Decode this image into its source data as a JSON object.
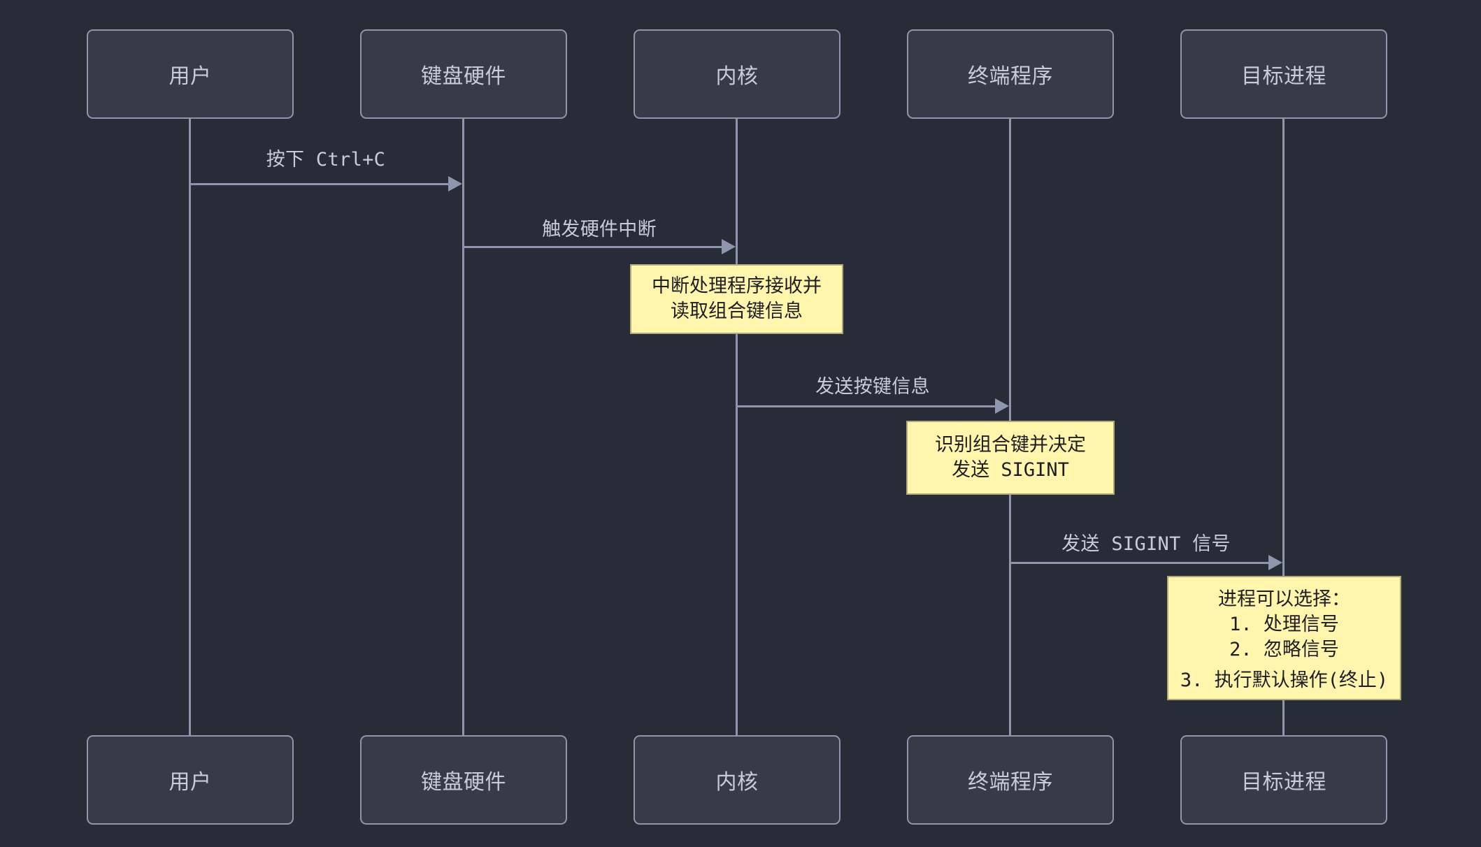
{
  "diagram": {
    "type": "sequence-diagram",
    "theme": {
      "background": "#282c37",
      "participant_fill": "#373b47",
      "participant_border": "#8d96ad",
      "line_color": "#8d96ad",
      "label_color": "#c8ccd6",
      "note_fill": "#fff5ad",
      "note_border": "#b0aa7a",
      "note_text": "#1e1e22"
    },
    "participants": [
      {
        "id": "user",
        "label": "用户"
      },
      {
        "id": "keyboard",
        "label": "键盘硬件"
      },
      {
        "id": "kernel",
        "label": "内核"
      },
      {
        "id": "terminal",
        "label": "终端程序"
      },
      {
        "id": "process",
        "label": "目标进程"
      }
    ],
    "messages": [
      {
        "from": "user",
        "to": "keyboard",
        "label": "按下 Ctrl+C",
        "arrow": "solid"
      },
      {
        "from": "keyboard",
        "to": "kernel",
        "label": "触发硬件中断",
        "arrow": "solid"
      },
      {
        "from": "kernel",
        "to": "terminal",
        "label": "发送按键信息",
        "arrow": "solid"
      },
      {
        "from": "terminal",
        "to": "process",
        "label": "发送 SIGINT 信号",
        "arrow": "solid"
      }
    ],
    "notes": [
      {
        "over": "kernel",
        "lines": [
          "中断处理程序接收并",
          "读取组合键信息"
        ]
      },
      {
        "over": "terminal",
        "lines": [
          "识别组合键并决定",
          "发送 SIGINT"
        ]
      },
      {
        "over": "process",
        "lines": [
          "进程可以选择：",
          "1.  处理信号",
          "2.  忽略信号"
        ],
        "overflow_line": "3.  执行默认操作(终止)"
      }
    ]
  }
}
